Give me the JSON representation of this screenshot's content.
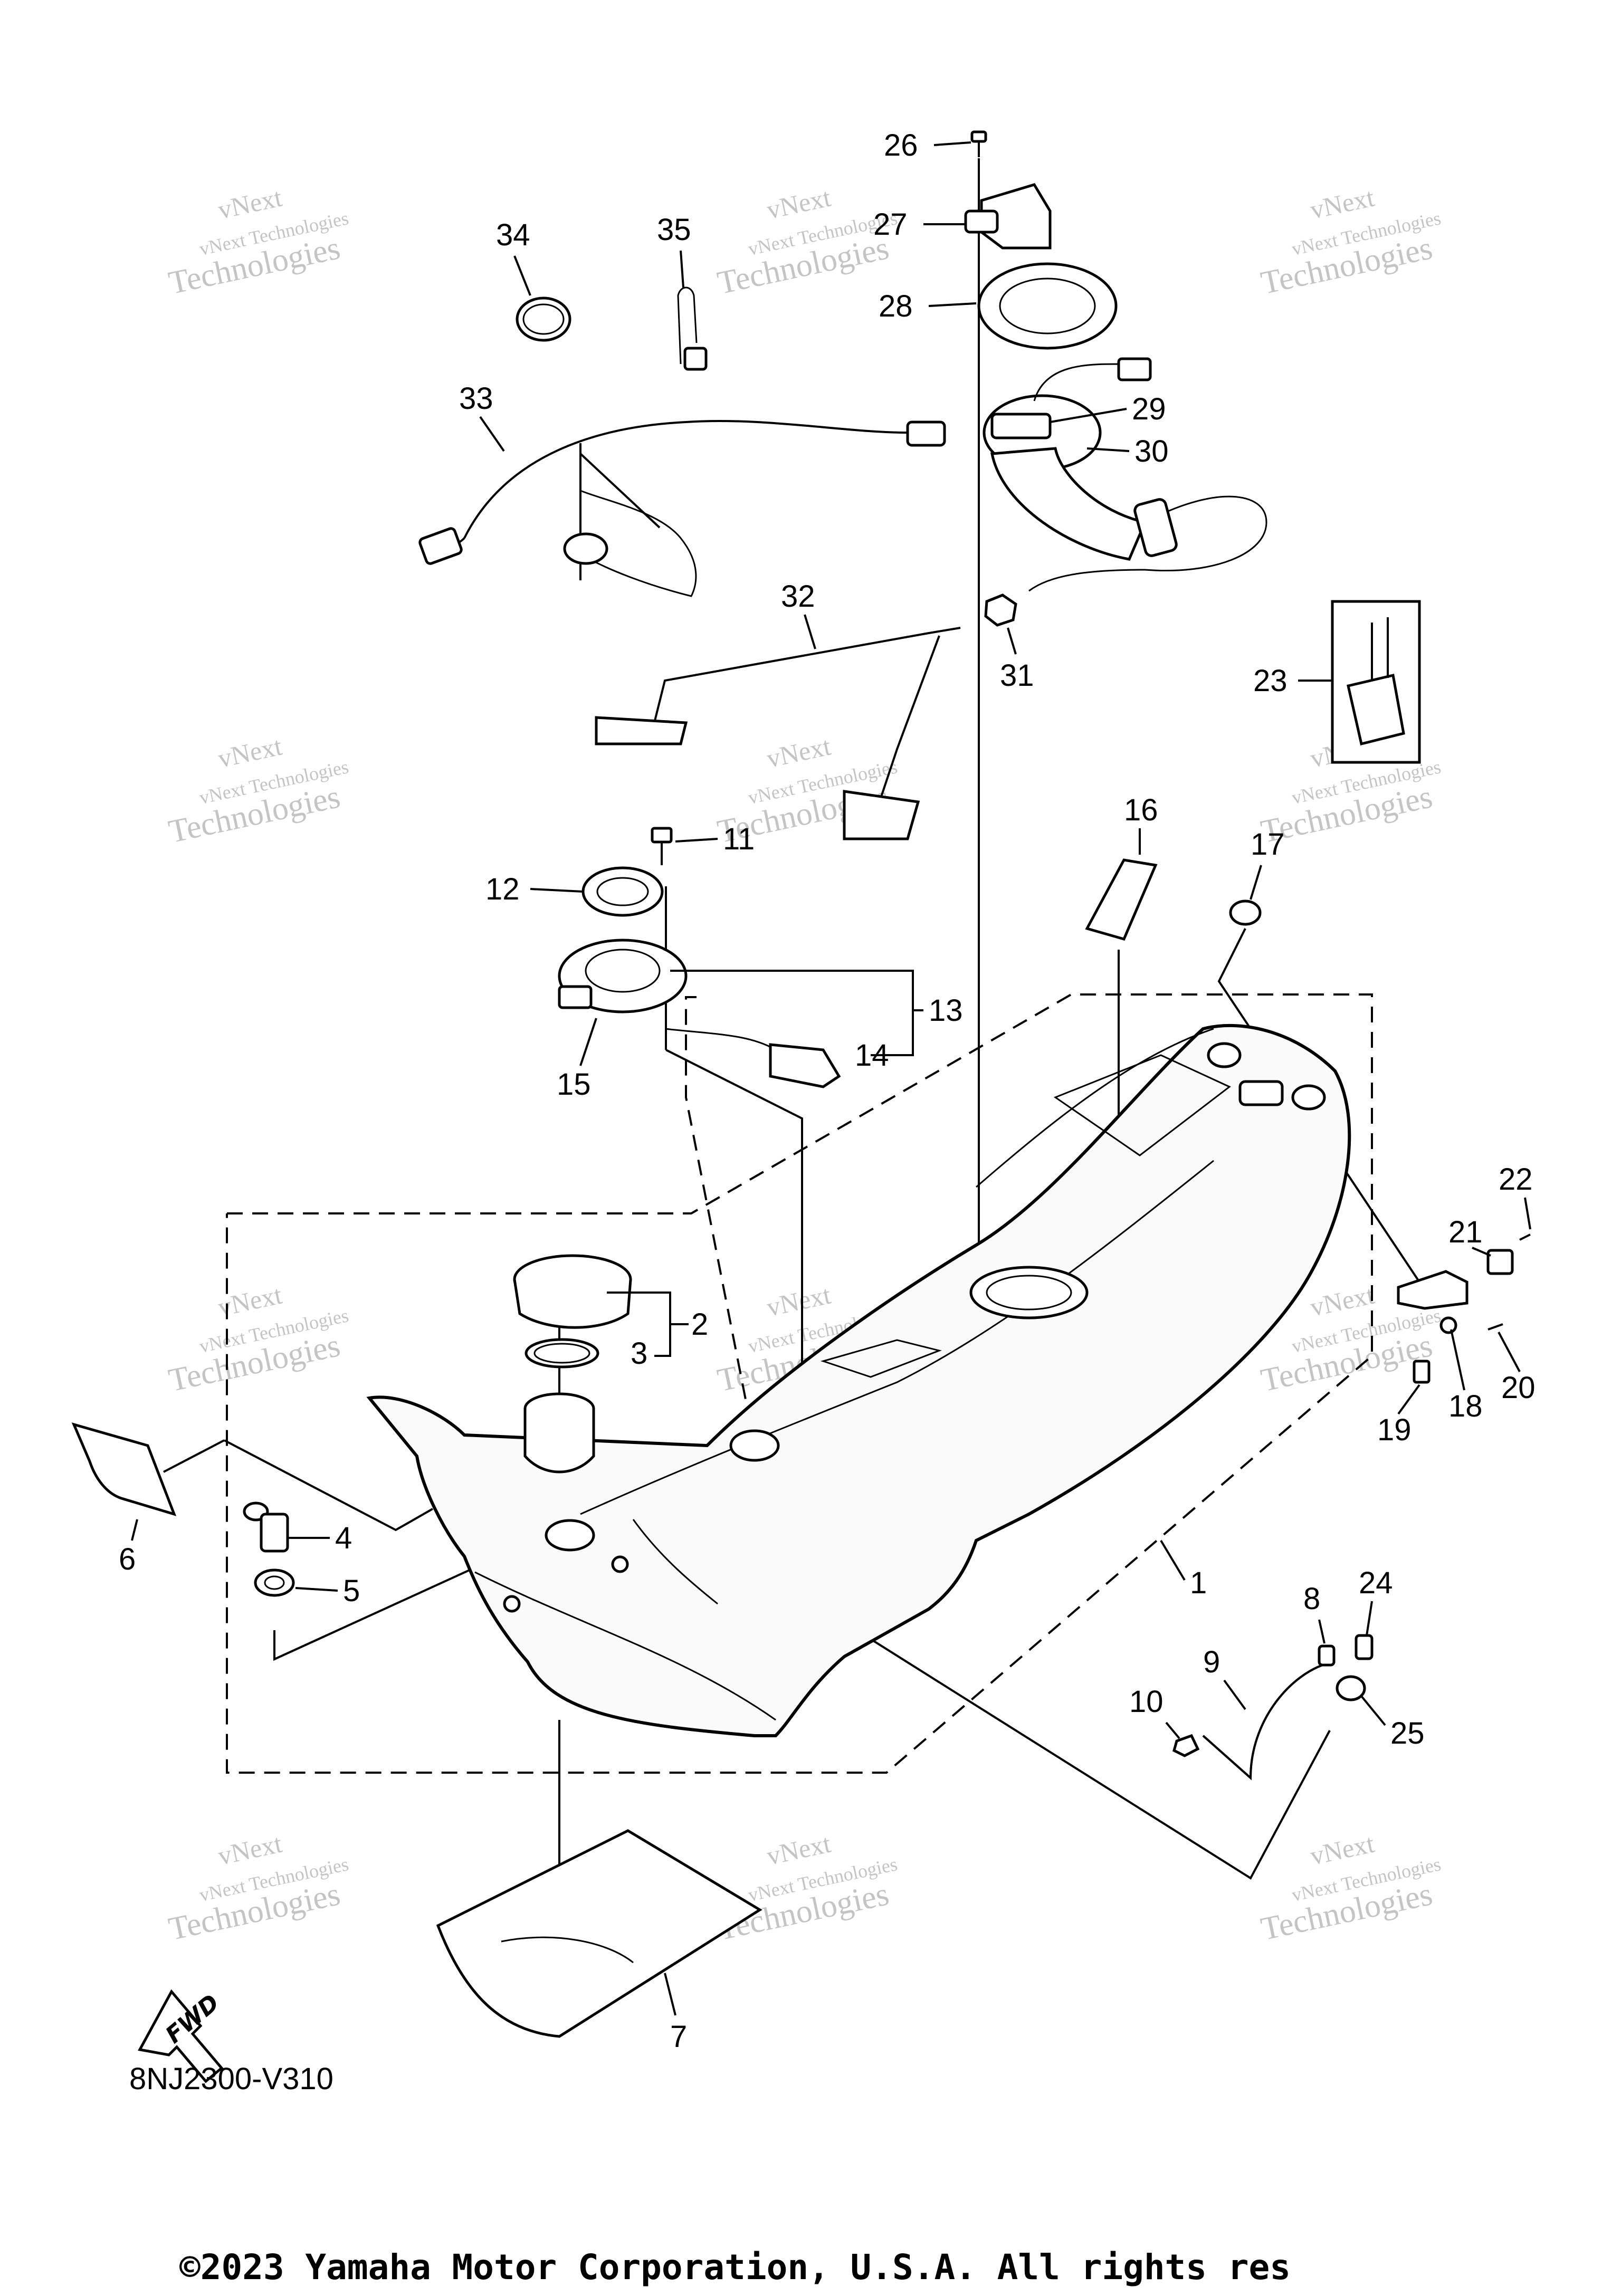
{
  "diagram": {
    "code": "8NJ2300-V310",
    "copyright": "©2023 Yamaha Motor Corporation, U.S.A. All rights res",
    "fwd_label": "FWD",
    "watermark": {
      "line1": "vNext Technologies",
      "line2": "Technologies",
      "line3": "vNext"
    },
    "part_numbers": [
      "1",
      "2",
      "3",
      "4",
      "5",
      "6",
      "7",
      "8",
      "9",
      "10",
      "11",
      "12",
      "13",
      "14",
      "15",
      "16",
      "17",
      "18",
      "19",
      "20",
      "21",
      "22",
      "23",
      "24",
      "25",
      "26",
      "27",
      "28",
      "29",
      "30",
      "31",
      "32",
      "33",
      "34",
      "35"
    ]
  }
}
